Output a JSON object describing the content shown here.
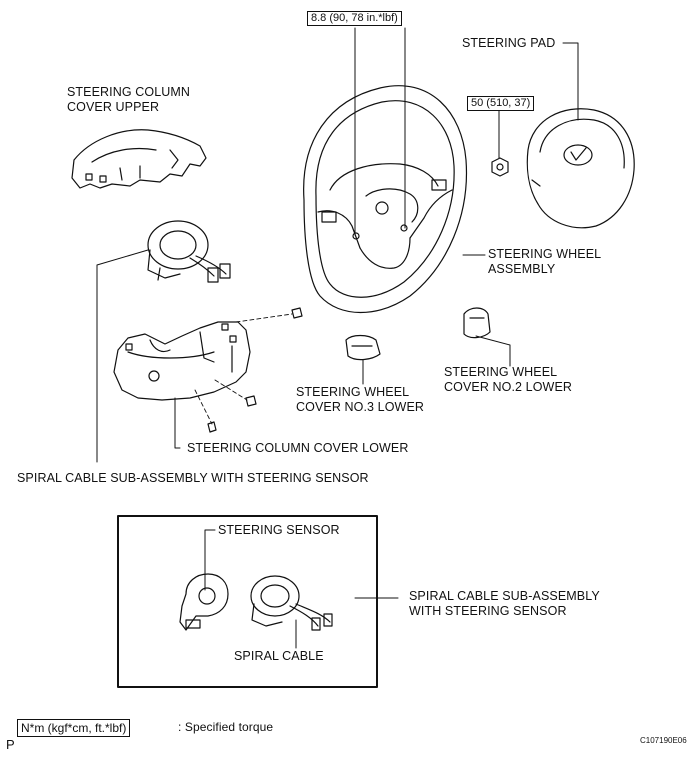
{
  "torque": {
    "wheel_nut": "8.8 (90, 78 in.*lbf)",
    "pad_nut": "50 (510, 37)"
  },
  "labels": {
    "column_cover_upper_1": "STEERING COLUMN",
    "column_cover_upper_2": "COVER UPPER",
    "steering_pad": "STEERING PAD",
    "steering_wheel_1": "STEERING WHEEL",
    "steering_wheel_2": "ASSEMBLY",
    "cover_no2_1": "STEERING WHEEL",
    "cover_no2_2": "COVER NO.2 LOWER",
    "cover_no3_1": "STEERING WHEEL",
    "cover_no3_2": "COVER NO.3 LOWER",
    "column_cover_lower": "STEERING COLUMN COVER LOWER",
    "spiral_cable_main": "SPIRAL CABLE SUB-ASSEMBLY WITH STEERING SENSOR",
    "steering_sensor": "STEERING SENSOR",
    "spiral_cable": "SPIRAL CABLE",
    "spiral_cable_inset_1": "SPIRAL CABLE SUB-ASSEMBLY",
    "spiral_cable_inset_2": "WITH STEERING SENSOR"
  },
  "legend": {
    "units": "N*m (kgf*cm, ft.*lbf)",
    "description": ": Specified torque"
  },
  "footer": {
    "left_mark": "P",
    "figure_code": "C107190E06"
  }
}
